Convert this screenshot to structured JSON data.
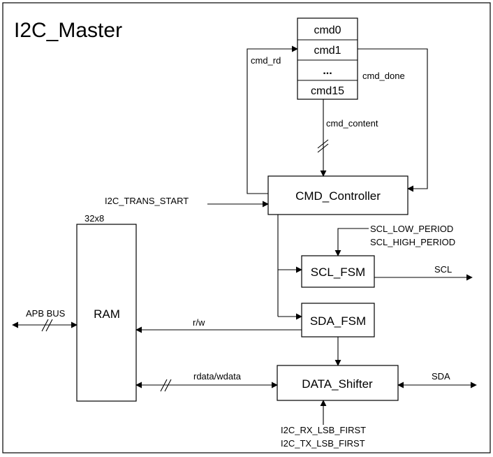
{
  "title": "I2C_Master",
  "cmd_registers": [
    "cmd0",
    "cmd1",
    "...",
    "cmd15"
  ],
  "blocks": {
    "cmd_controller": "CMD_Controller",
    "ram": "RAM",
    "ram_size": "32x8",
    "scl_fsm": "SCL_FSM",
    "sda_fsm": "SDA_FSM",
    "data_shifter": "DATA_Shifter"
  },
  "signals": {
    "cmd_rd": "cmd_rd",
    "cmd_done": "cmd_done",
    "cmd_content": "cmd_content",
    "trans_start": "I2C_TRANS_START",
    "scl_low_period": "SCL_LOW_PERIOD",
    "scl_high_period": "SCL_HIGH_PERIOD",
    "scl": "SCL",
    "apb_bus": "APB BUS",
    "rw": "r/w",
    "rdata_wdata": "rdata/wdata",
    "sda": "SDA",
    "rx_lsb_first": "I2C_RX_LSB_FIRST",
    "tx_lsb_first": "I2C_TX_LSB_FIRST"
  }
}
